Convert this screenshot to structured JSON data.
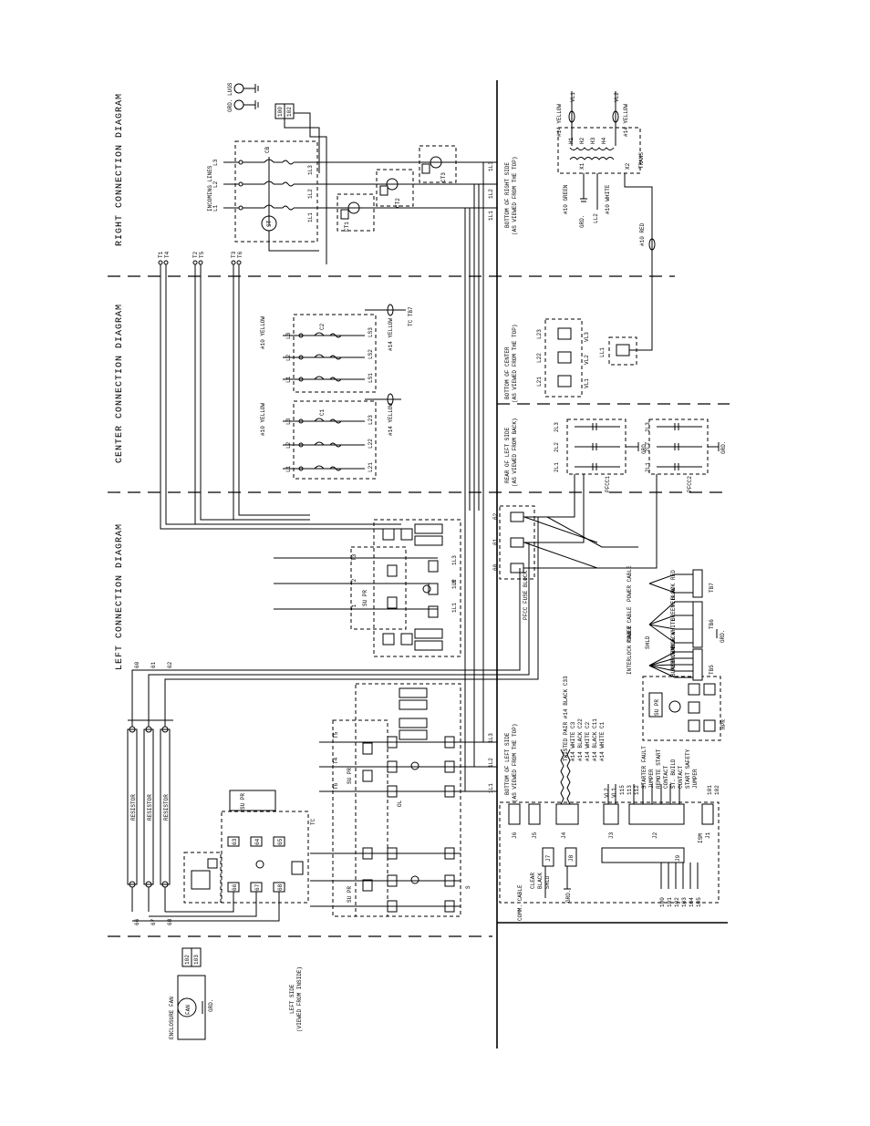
{
  "titles": {
    "right": "RIGHT CONNECTION DIAGRAM",
    "center": "CENTER CONNECTION DIAGRAM",
    "left": "LEFT CONNECTION DIAGRAM"
  },
  "views": {
    "bottom_right": "BOTTOM OF RIGHT SIDE",
    "bottom_right_sub": "(AS VIEWED FROM THE TOP)",
    "bottom_center": "BOTTOM OF CENTER",
    "bottom_center_sub": "(AS VIEWED FROM THE TOP)",
    "rear_left": "REAR OF LEFT SIDE",
    "rear_left_sub": "(AS VIEWED FROM BACK)",
    "bottom_left": "BOTTOM OF LEFT SIDE",
    "bottom_left_sub": "(AS VIEWED FROM THE TOP)",
    "left_side": "LEFT SIDE",
    "left_side_sub": "(VIEWED FROM INSIDE)"
  },
  "right": {
    "grd_lugs": "GRD. LUGS",
    "incoming_lines": "INCOMING LINES",
    "line_labels": [
      "L1",
      "L2",
      "L3"
    ],
    "load_labels": [
      "1L1",
      "1L2",
      "1L3"
    ],
    "cb": "CB",
    "st": "ST",
    "ct_labels": [
      "CT1",
      "CT2",
      "CT3"
    ],
    "tb_labels": [
      "100",
      "102"
    ],
    "bottom_lines": [
      "1L1",
      "1L2",
      "1L3"
    ],
    "trans": "TRANS",
    "vl1": "VL1",
    "vl2": "VL2",
    "wires": [
      "#14 YELLOW",
      "#14 YELLOW",
      "#10 GREEN",
      "#10 WHITE",
      "#10 RED"
    ],
    "grd": "GRD.",
    "ll2": "LL2",
    "h_labels": [
      "H1",
      "H2",
      "H3",
      "H4"
    ],
    "x_labels": [
      "X1",
      "X2"
    ]
  },
  "center": {
    "wire_top": [
      "#10 YELLOW",
      "#10 YELLOW"
    ],
    "wire_yellow": [
      "#14 YELLOW",
      "#14 YELLOW"
    ],
    "tc_tb": "TC TB7",
    "c1": "C1",
    "c2": "C2",
    "left_lines": [
      "L1",
      "L2",
      "L3"
    ],
    "c1_loads": [
      "L21",
      "L22",
      "L23"
    ],
    "c2_loads": [
      "LS1",
      "LS2",
      "LS3"
    ],
    "t_labels": [
      "T1",
      "T4",
      "T2",
      "T5",
      "T3",
      "T6"
    ],
    "bottom_labels": [
      "L21",
      "L22",
      "L23"
    ],
    "vl_labels": [
      "VL1",
      "VL2",
      "VL3"
    ],
    "ll1": "LL1"
  },
  "rear": {
    "pfcc1": "PFCC1",
    "pfcc2": "PFCC2",
    "labels_a": [
      "2L1",
      "2L2",
      "2L3"
    ],
    "labels_b": [
      "2L1",
      "2L2",
      "2L3"
    ],
    "grd": "GRD.",
    "pfcc_block": "PFCC FUSE BLOCK",
    "fuse_nums": [
      "60",
      "61",
      "62"
    ]
  },
  "left": {
    "resistor": "RESISTOR",
    "resistor_nums_top": [
      "60",
      "61",
      "62"
    ],
    "resistor_nums_bottom": [
      "66",
      "67",
      "68"
    ],
    "t_labels": [
      "T1",
      "T2",
      "T3",
      "T4",
      "T5",
      "T6"
    ],
    "line_labels": [
      "1L1",
      "1L2",
      "1L3"
    ],
    "ol": "OL",
    "tc": "TC",
    "s": "S",
    "m": "M",
    "sol_labels": [
      "SU PR",
      "SU PR",
      "SU PR",
      "SU PR"
    ],
    "tb_nums": [
      "63",
      "64",
      "65",
      "66",
      "67",
      "68"
    ],
    "bottom_lines": [
      "1L1",
      "1L2",
      "1L3"
    ]
  },
  "ism": {
    "label": "ISM",
    "comm_cable": "COMM. CABLE",
    "clear": "CLEAR",
    "black": "BLACK",
    "shld": "SHLD",
    "grd": "GRD.",
    "twisted": [
      "TWISTED PAIR #14 BLACK C33",
      "#14 WHITE C3",
      "#14 BLACK C22",
      "#14 WHITE C2",
      "#14 BLACK C11",
      "#14 WHITE C1"
    ],
    "j_labels": [
      "J6",
      "J5",
      "J4",
      "J3",
      "J2",
      "J1",
      "J7",
      "J8",
      "J9"
    ],
    "vl_labels": [
      "VL2",
      "VL1"
    ],
    "contacts": [
      "STARTER FAULT",
      "JUMPER",
      "REMOTE START",
      "CONTACT",
      "ST. BUILD",
      "CONTACT",
      "START SAFETY",
      "JUMPER"
    ],
    "nums_right": [
      "115",
      "113",
      "112",
      "110",
      "109",
      "108",
      "107",
      "106"
    ],
    "nums_bottom": [
      "100",
      "101",
      "102",
      "103",
      "104",
      "105"
    ],
    "nums_j1": [
      "101",
      "102"
    ]
  },
  "cables": {
    "power_cable_1": "POWER CABLE",
    "power_cable_2": "POWER CABLE",
    "interlock_cable": "INTERLOCK CABLE",
    "colors_1": [
      "RED",
      "BLACK"
    ],
    "colors_2": [
      "YELLOW",
      "GREEN",
      "WHITE",
      "BLACK"
    ],
    "colors_3": [
      "SHLD",
      "ORANGE",
      "BROWN",
      "RED",
      "BLACK"
    ],
    "tb_labels": [
      "TB7",
      "TB6",
      "TB5"
    ],
    "grd": "GRD."
  },
  "hpr": {
    "label": "HPR",
    "su_pr": "SU PR"
  },
  "fan": {
    "label": "ENCLOSURE FAN",
    "fan": "FAN",
    "grd": "GRD.",
    "tb": [
      "102",
      "103"
    ]
  }
}
